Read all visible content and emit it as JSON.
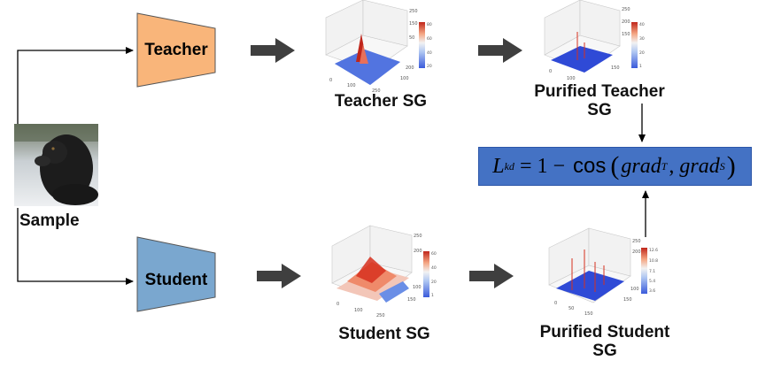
{
  "colors": {
    "teacher_fill": "#f9b57a",
    "student_fill": "#7aa7cf",
    "formula_fill": "#4472c4",
    "arrow_gray": "#3f3f3f",
    "line": "#000000",
    "heat_red": "#d7301f",
    "heat_blue": "#3b5bdb"
  },
  "nodes": {
    "teacher": "Teacher",
    "student": "Student",
    "sample": "Sample"
  },
  "labels": {
    "teacher_sg": "Teacher SG",
    "student_sg": "Student SG",
    "purified_teacher_sg_line1": "Purified Teacher",
    "purified_teacher_sg_line2": "SG",
    "purified_student_sg_line1": "Purified Student",
    "purified_student_sg_line2": "SG"
  },
  "formula": {
    "lhs": "L",
    "lhs_sub": "kd",
    "eq": "= 1 −",
    "func": "cos",
    "arg1": "grad",
    "arg1_sub": "T",
    "comma": ",",
    "arg2": "grad",
    "arg2_sub": "S"
  },
  "sample_image": {
    "icon": "dog-photo"
  }
}
